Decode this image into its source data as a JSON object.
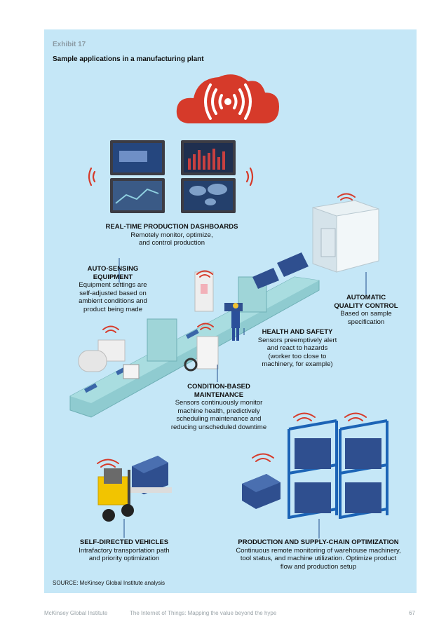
{
  "exhibit": "Exhibit 17",
  "subtitle": "Sample applications in a manufacturing plant",
  "labels": {
    "dashboards": {
      "title": "REAL-TIME PRODUCTION DASHBOARDS",
      "desc": "Remotely monitor, optimize,\nand control production"
    },
    "auto_sensing": {
      "title": "AUTO-SENSING\nEQUIPMENT",
      "desc": "Equipment settings are\nself-adjusted based on\nambient conditions and\nproduct being made"
    },
    "quality": {
      "title": "AUTOMATIC\nQUALITY CONTROL",
      "desc": "Based on sample\nspecification"
    },
    "health": {
      "title": "HEALTH AND SAFETY",
      "desc": "Sensors preemptively alert\nand react to hazards\n(worker too close to\nmachinery, for example)"
    },
    "condition": {
      "title": "CONDITION-BASED\nMAINTENANCE",
      "desc": "Sensors continuously monitor\nmachine health, predictively\nscheduling maintenance and\nreducing unscheduled downtime"
    },
    "vehicles": {
      "title": "SELF-DIRECTED VEHICLES",
      "desc": "Intrafactory transportation path\nand priority optimization"
    },
    "supply": {
      "title": "PRODUCTION AND SUPPLY-CHAIN OPTIMIZATION",
      "desc": "Continuous remote monitoring of warehouse machinery,\ntool status, and machine utilization. Optimize product\nflow and production setup"
    }
  },
  "source": "SOURCE:  McKinsey Global Institute analysis",
  "footer": {
    "left": "McKinsey Global Institute",
    "center": "The Internet of Things: Mapping the value beyond the hype",
    "page": "67"
  },
  "colors": {
    "panel": "#c5e7f7",
    "signal": "#d63a2a",
    "conveyor": "#8fcbd0",
    "box": "#2f4f8f",
    "rack": "#1c64b6",
    "leader": "#1e4d8c"
  }
}
